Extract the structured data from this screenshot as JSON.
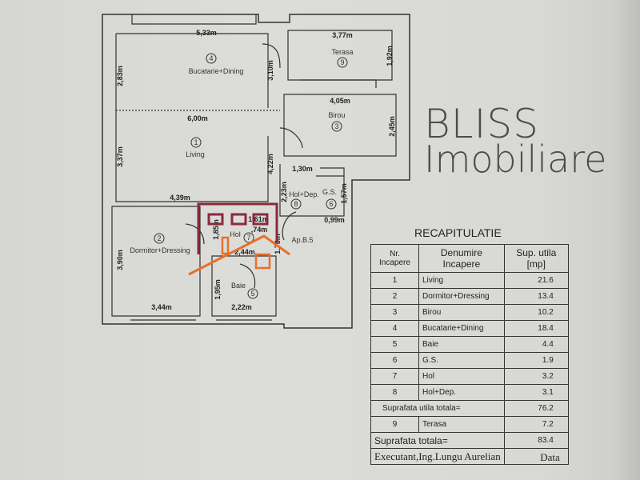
{
  "rooms": [
    {
      "nr": "1",
      "name": "Living",
      "area": "21.6"
    },
    {
      "nr": "2",
      "name": "Dormitor+Dressing",
      "area": "13.4"
    },
    {
      "nr": "3",
      "name": "Birou",
      "area": "10.2"
    },
    {
      "nr": "4",
      "name": "Bucatarie+Dining",
      "area": "18.4"
    },
    {
      "nr": "5",
      "name": "Baie",
      "area": "4.4"
    },
    {
      "nr": "6",
      "name": "G.S.",
      "area": "1.9"
    },
    {
      "nr": "7",
      "name": "Hol",
      "area": "3.2"
    },
    {
      "nr": "8",
      "name": "Hol+Dep.",
      "area": "3.1"
    }
  ],
  "terrace": {
    "nr": "9",
    "name": "Terasa",
    "area": "7.2"
  },
  "plan": {
    "apartment_label": "Ap.B.5",
    "dimensions": {
      "d533": "5,33m",
      "d377": "3,77m",
      "d192": "1,92m",
      "d283": "2,83m",
      "d310": "3,10m",
      "d405": "4,05m",
      "d600": "6,00m",
      "d245": "2,45m",
      "d337": "3,37m",
      "d422": "4,22m",
      "d130": "1,30m",
      "d223": "2,23m",
      "d157": "1,57m",
      "d439": "4,39m",
      "d099": "0,99m",
      "d161": "1,61m",
      "d074": ",74m",
      "d185": "1,85m",
      "d173": "1,73m",
      "d244": "2,44m",
      "d390": "3,90m",
      "d195": "1,95m",
      "d344": "3,44m",
      "d222": "2,22m"
    }
  },
  "watermark": {
    "line1": "BLISS",
    "line2": "Imobiliare",
    "colors": {
      "red": "#8b2a3a",
      "orange": "#e8702a"
    }
  },
  "recap": {
    "title": "RECAPITULATIE",
    "headers": {
      "nr": "Nr. Incapere",
      "name": "Denumire Incapere",
      "area": "Sup. utila [mp]"
    },
    "subtotal_label": "Suprafata utila totala=",
    "subtotal": "76.2",
    "total_label": "Suprafata totala=",
    "total": "83.4",
    "executant": "Executant,Ing.Lungu Aurelian",
    "date_label": "Data"
  }
}
